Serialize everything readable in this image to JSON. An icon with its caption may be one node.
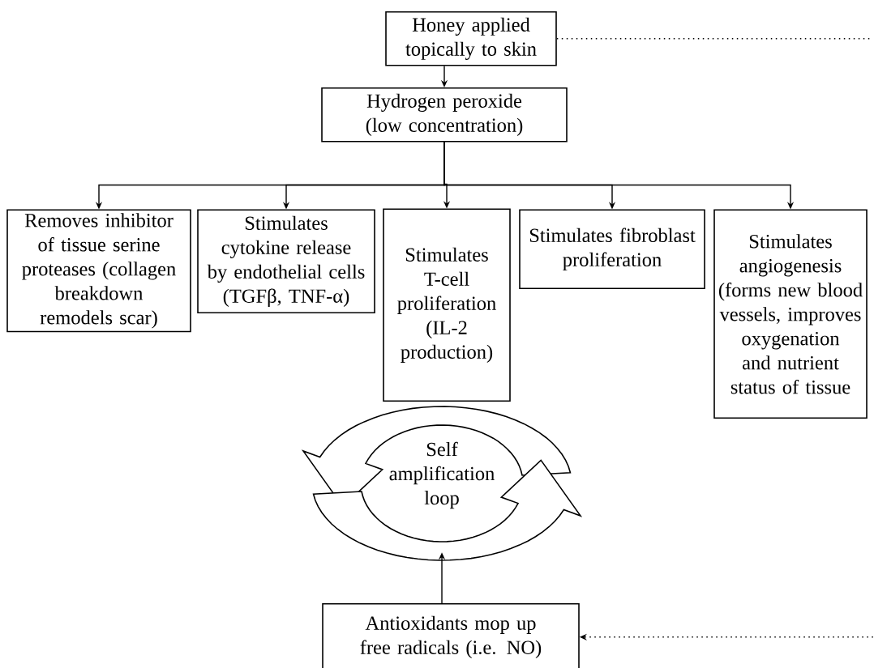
{
  "diagram": {
    "nodes": [
      {
        "text": [
          "Honey applied topically to skin"
        ]
      },
      {
        "text": [
          "Hydrogen peroxide (low concentration)"
        ]
      },
      {
        "text": [
          "Removes inhibitor of tissue serine proteases (collagen breakdown remodels scar)"
        ]
      },
      {
        "text": [
          "Stimulates cytokine release by endothelial cells (TGFβ, TNF-α)"
        ]
      },
      {
        "text": [
          "Stimulates T-cell proliferation (IL-2 production)"
        ]
      },
      {
        "text": [
          "Stimulates fibroblast proliferation"
        ]
      },
      {
        "text": [
          "Stimulates angiogenesis (forms new blood vessels, improves oxygenation and nutrient status of tissue"
        ]
      },
      {
        "text": [
          "Self amplification loop"
        ]
      },
      {
        "text": [
          "Antioxidants mop up free radicals (i.e. NO)"
        ]
      }
    ],
    "edges": [
      {
        "from": 0,
        "to": 1,
        "arrow": "to"
      },
      {
        "from": 1,
        "to": 2,
        "arrow": "to"
      },
      {
        "from": 1,
        "to": 3,
        "arrow": "to"
      },
      {
        "from": 1,
        "to": 4,
        "arrow": "to"
      },
      {
        "from": 1,
        "to": 5,
        "arrow": "to"
      },
      {
        "from": 1,
        "to": 6,
        "arrow": "to"
      },
      {
        "from": 8,
        "to": 7,
        "arrow": "to"
      },
      {
        "from": 0,
        "to": null,
        "arrow": "none",
        "style": "dashed"
      },
      {
        "from": null,
        "to": 8,
        "arrow": "to",
        "style": "dashed"
      }
    ]
  }
}
